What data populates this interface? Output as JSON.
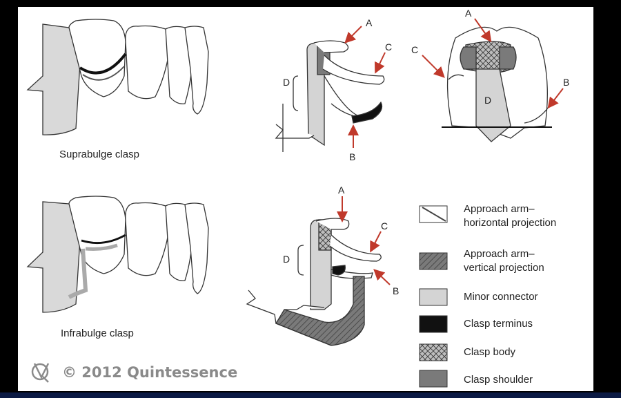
{
  "captions": {
    "suprabulge": "Suprabulge clasp",
    "infrabulge": "Infrabulge clasp"
  },
  "letters": {
    "a": "A",
    "b": "B",
    "c": "C",
    "d": "D"
  },
  "legend": [
    {
      "id": "approach-horizontal",
      "line1": "Approach arm–",
      "line2": "horizontal projection",
      "pattern": "diagonal-single"
    },
    {
      "id": "approach-vertical",
      "line1": "Approach arm–",
      "line2": "vertical projection",
      "pattern": "diagonal-dark"
    },
    {
      "id": "minor-connector",
      "line1": "Minor connector",
      "line2": "",
      "pattern": "light-gray"
    },
    {
      "id": "clasp-terminus",
      "line1": "Clasp terminus",
      "line2": "",
      "pattern": "black"
    },
    {
      "id": "clasp-body",
      "line1": "Clasp body",
      "line2": "",
      "pattern": "crosshatch"
    },
    {
      "id": "clasp-shoulder",
      "line1": "Clasp shoulder",
      "line2": "",
      "pattern": "dark-gray"
    }
  ],
  "copyright": {
    "logo": "Q",
    "text": "© 2012 Quintessence"
  },
  "colors": {
    "background": "#000000",
    "panel": "#ffffff",
    "arrow": "#c0392b",
    "light_gray": "#d4d4d4",
    "dark_gray": "#7a7a7a",
    "terminus": "#111111",
    "bottom_bar": "#0b1a44"
  }
}
